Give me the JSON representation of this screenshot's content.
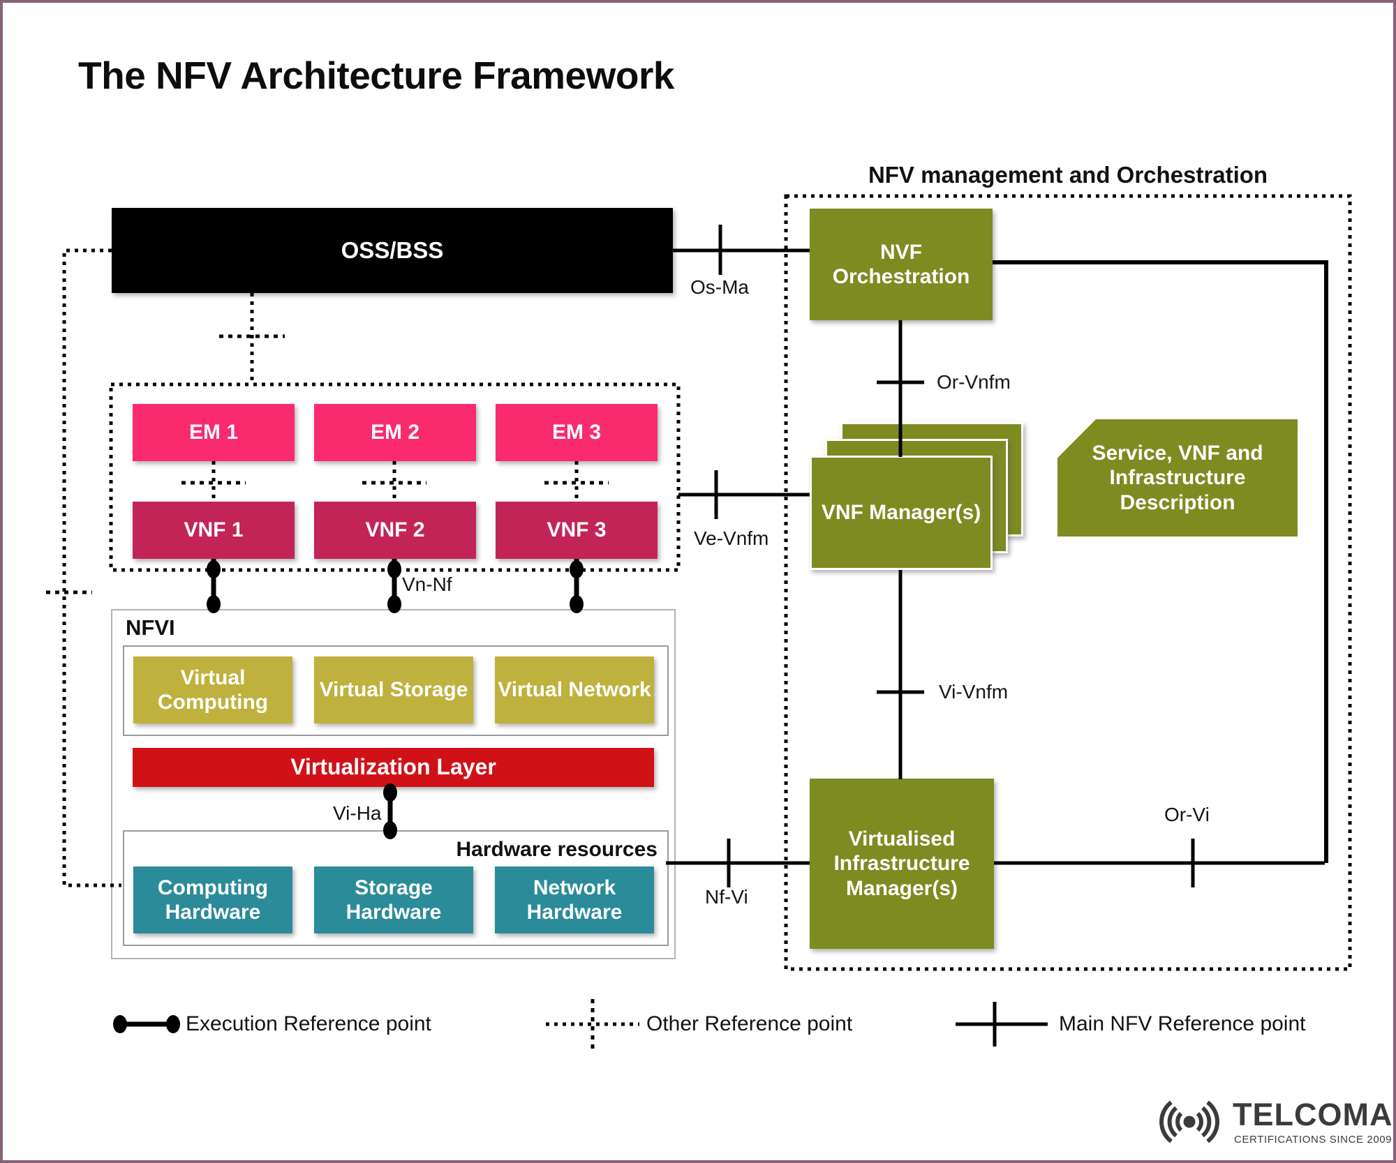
{
  "title": "The NFV Architecture Framework",
  "palette": {
    "pink": "#fa2a6e",
    "crimson": "#c32457",
    "olive": "#7d8b21",
    "gold": "#bfb13d",
    "red": "#d01118",
    "teal": "#2b8b99",
    "black": "#000000",
    "frame_border": "#8a6278",
    "logo_gray": "#3d3a3a"
  },
  "diagram": {
    "oss_bss": "OSS/BSS",
    "mano": {
      "label": "NFV management and Orchestration",
      "orchestrator": "NVF Orchestration",
      "vnf_manager": "VNF Manager(s)",
      "service_description": "Service, VNF and Infrastructure Description",
      "vim": "Virtualised Infrastructure Manager(s)"
    },
    "em": [
      "EM 1",
      "EM 2",
      "EM 3"
    ],
    "vnf": [
      "VNF 1",
      "VNF 2",
      "VNF 3"
    ],
    "nfvi": {
      "label": "NFVI",
      "virtual": [
        "Virtual Computing",
        "Virtual Storage",
        "Virtual Network"
      ],
      "virtualization_layer": "Virtualization Layer",
      "hardware_label": "Hardware resources",
      "hardware": [
        "Computing Hardware",
        "Storage Hardware",
        "Network Hardware"
      ]
    },
    "reference_points": {
      "os_ma": "Os-Ma",
      "or_vnfm": "Or-Vnfm",
      "ve_vnfm": "Ve-Vnfm",
      "vn_nf": "Vn-Nf",
      "vi_vnfm": "Vi-Vnfm",
      "vi_ha": "Vi-Ha",
      "nf_vi": "Nf-Vi",
      "or_vi": "Or-Vi"
    }
  },
  "legend": {
    "execution": "Execution Reference point",
    "other": "Other Reference point",
    "main": "Main NFV Reference point"
  },
  "logo": {
    "name": "TELCOMA",
    "tagline": "CERTIFICATIONS SINCE 2009"
  }
}
